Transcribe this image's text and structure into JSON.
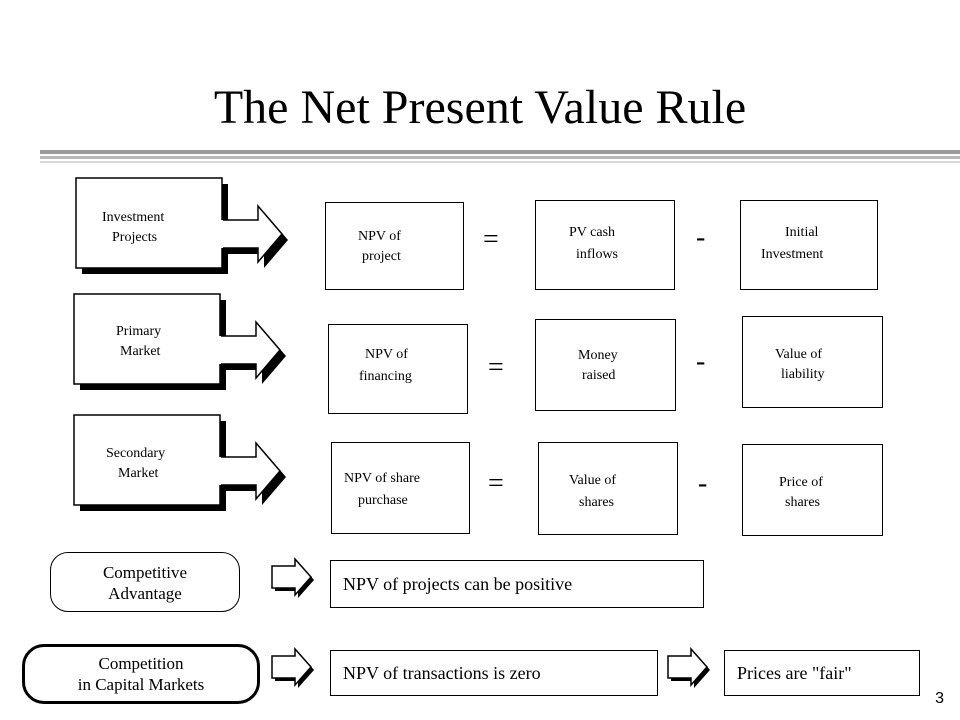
{
  "title": "The Net Present Value Rule",
  "rows": [
    {
      "source": [
        "Investment",
        "Projects"
      ],
      "npv": [
        "NPV of",
        "project"
      ],
      "equals": "=",
      "first": [
        "PV cash",
        "inflows"
      ],
      "minus": "-",
      "second": [
        "Initial",
        "Investment"
      ]
    },
    {
      "source": [
        "Primary",
        "Market"
      ],
      "npv": [
        "NPV of",
        "financing"
      ],
      "equals": "=",
      "first": [
        "Money",
        "raised"
      ],
      "minus": "-",
      "second": [
        "Value of",
        "liability"
      ]
    },
    {
      "source": [
        "Secondary",
        "Market"
      ],
      "npv": [
        "NPV of share",
        "purchase"
      ],
      "equals": "=",
      "first": [
        "Value of",
        "shares"
      ],
      "minus": "-",
      "second": [
        "Price of",
        "shares"
      ]
    }
  ],
  "bottom": {
    "competitive": {
      "label": [
        "Competitive",
        "Advantage"
      ],
      "result": "NPV of projects can be positive"
    },
    "competition": {
      "label": [
        "Competition",
        "in Capital Markets"
      ],
      "result": "NPV of transactions is zero",
      "conclusion": "Prices are \"fair\""
    }
  },
  "slide_number": "3"
}
